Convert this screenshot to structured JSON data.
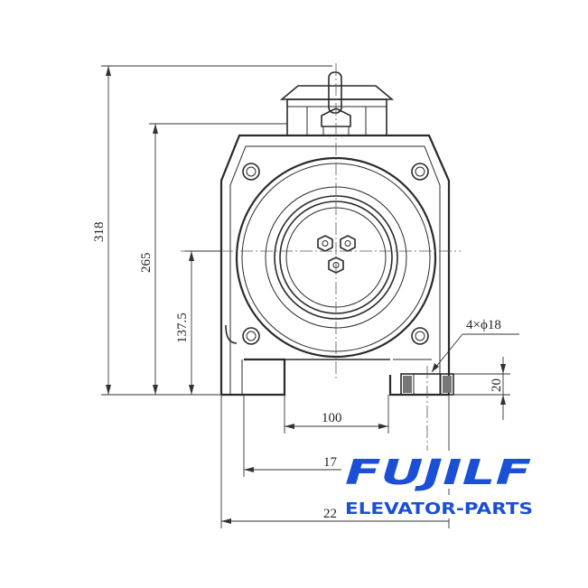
{
  "dimensions": {
    "overall_height": "318",
    "shaft_height": "265",
    "center_height": "137.5",
    "hole_spacing": "100",
    "mid_width": "17",
    "overall_width": "22",
    "foot_thickness": "20",
    "holes": "4×ϕ18"
  },
  "logo": {
    "brand": "FUJILF",
    "tagline": "ELEVATOR-PARTS",
    "color": "#1a4fd6"
  }
}
